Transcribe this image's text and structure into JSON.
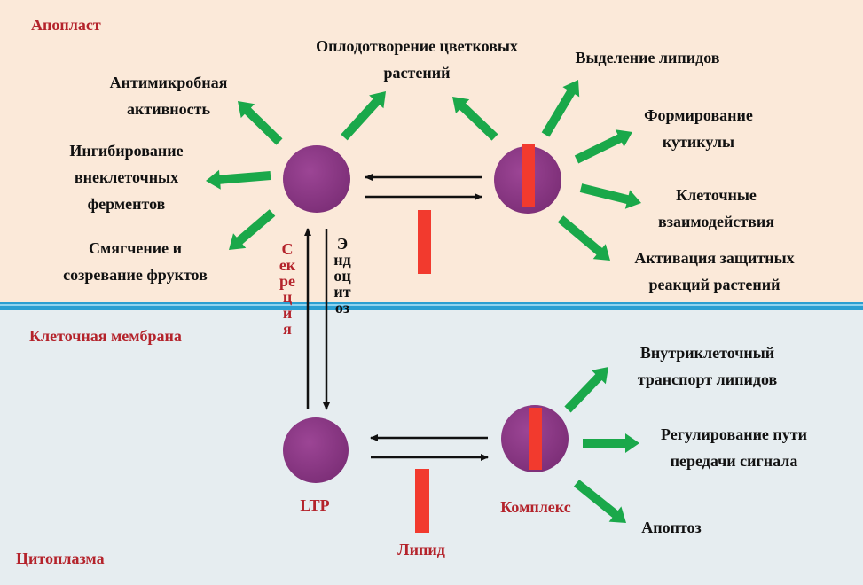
{
  "regions": {
    "apoplast": "Апопласт",
    "membrane": "Клеточная мембрана",
    "cytoplasm": "Цитоплазма"
  },
  "apoplast_functions_ltp": {
    "antimicrobial": "Антимикробная\nактивность",
    "inhibition": "Ингибирование\nвнеклеточных\nферментов",
    "fruit": "Смягчение и\nсозревание фруктов",
    "fertilization": "Оплодотворение цветковых\nрастений"
  },
  "apoplast_functions_complex": {
    "lipid_secretion": "Выделение липидов",
    "cuticle": "Формирование\nкутикулы",
    "cell_interaction": "Клеточные\nвзаимодействия",
    "defense": "Активация защитных\nреакций растений"
  },
  "transport": {
    "secretion": "Секреция",
    "endocytosis": "Эндоцитоз"
  },
  "cytoplasm_functions": {
    "lipid_transport": "Внутриклеточный\nтранспорт липидов",
    "signaling": "Регулирование пути\nпередачи сигнала",
    "apoptosis": "Апоптоз"
  },
  "legend": {
    "ltp": "LTP",
    "lipid": "Липид",
    "complex": "Комплекс"
  },
  "colors": {
    "apoplast_bg": "#fbe9d9",
    "cytoplasm_bg": "#e6edf0",
    "membrane": "#2b9fd1",
    "protein": "#8e3a86",
    "lipid": "#f23a2e",
    "arrow_green": "#1aa84a",
    "label_red": "#b4232b"
  }
}
